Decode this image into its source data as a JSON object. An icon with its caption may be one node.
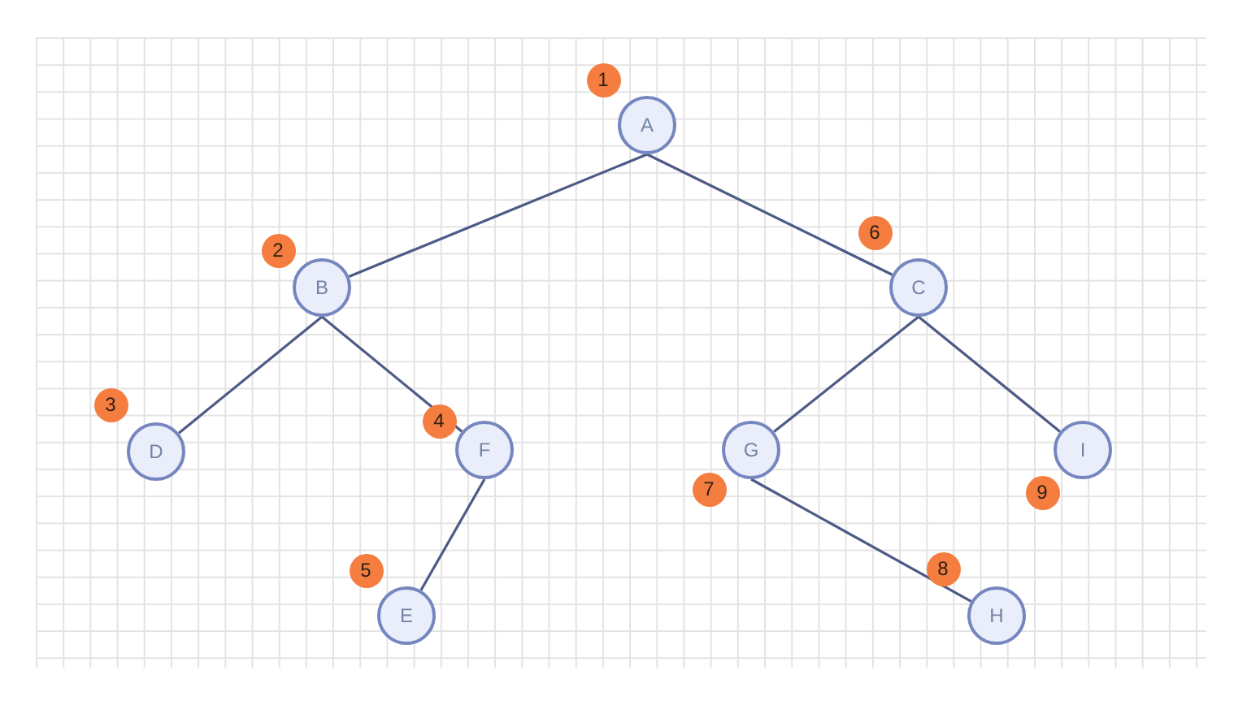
{
  "diagram": {
    "nodes": [
      {
        "text": [
          "A"
        ],
        "beside": [
          "1"
        ]
      },
      {
        "text": [
          "B"
        ],
        "beside": [
          "2"
        ]
      },
      {
        "text": [
          "C"
        ],
        "beside": [
          "6"
        ]
      },
      {
        "text": [
          "D"
        ],
        "beside": [
          "3"
        ]
      },
      {
        "text": [
          "F"
        ],
        "beside": [
          "4"
        ]
      },
      {
        "text": [
          "G"
        ],
        "beside": [
          "7"
        ]
      },
      {
        "text": [
          "I"
        ],
        "beside": [
          "9"
        ]
      },
      {
        "text": [
          "E"
        ],
        "beside": [
          "5"
        ]
      },
      {
        "text": [
          "H"
        ],
        "beside": [
          "8"
        ]
      }
    ],
    "edges": [
      {
        "from": 0,
        "to": 1,
        "arrow": "none"
      },
      {
        "from": 0,
        "to": 2,
        "arrow": "none"
      },
      {
        "from": 1,
        "to": 3,
        "arrow": "none"
      },
      {
        "from": 1,
        "to": 4,
        "arrow": "none"
      },
      {
        "from": 4,
        "to": 7,
        "arrow": "none"
      },
      {
        "from": 2,
        "to": 5,
        "arrow": "none"
      },
      {
        "from": 2,
        "to": 6,
        "arrow": "none"
      },
      {
        "from": 5,
        "to": 8,
        "arrow": "none"
      }
    ]
  }
}
